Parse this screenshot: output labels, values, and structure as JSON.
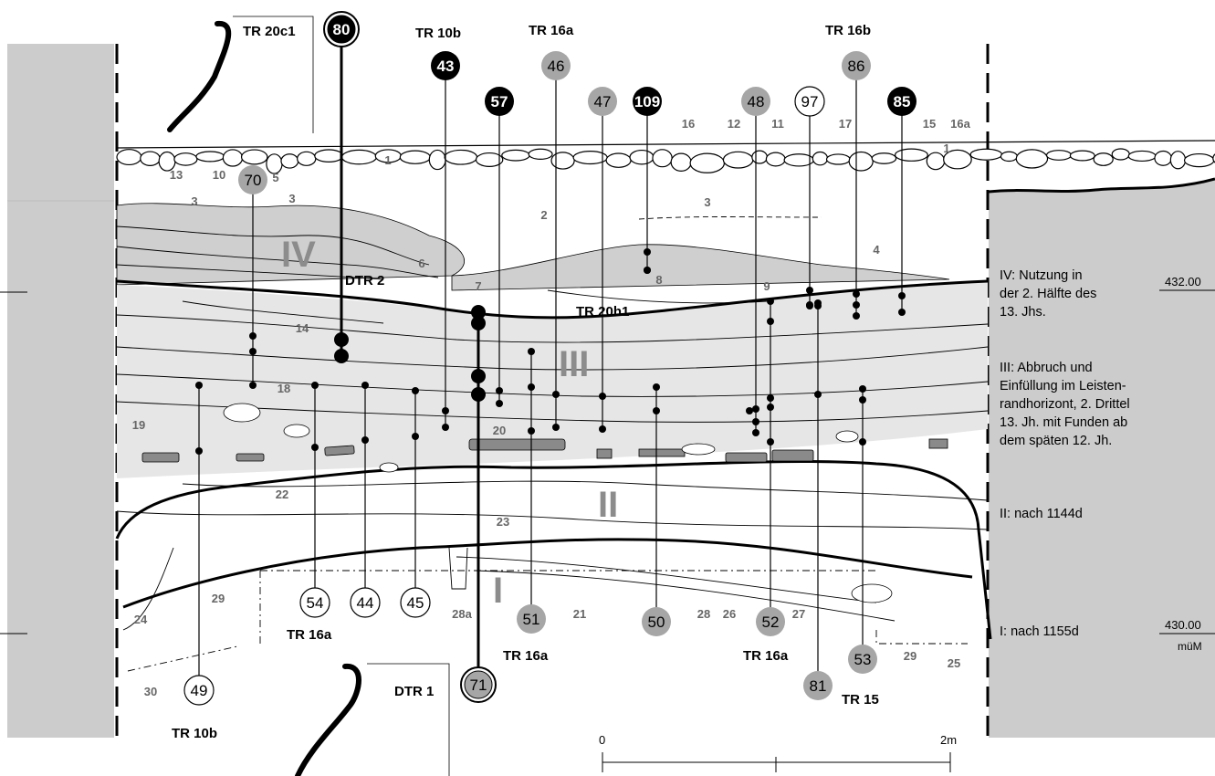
{
  "trench_labels": {
    "tr20c1": "TR 20c1",
    "tr10b_top": "TR 10b",
    "tr16a_top": "TR 16a",
    "tr16b_top": "TR 16b",
    "dtr2": "DTR 2",
    "tr20h1": "TR 20h1",
    "tr16a_bl": "TR 16a",
    "tr16a_bm": "TR 16a",
    "tr16a_br": "TR 16a",
    "tr15": "TR 15",
    "dtr1": "DTR 1",
    "tr10b_bottom": "TR 10b"
  },
  "phases": {
    "IV": "IV",
    "III": "III",
    "II": "II",
    "I": "I"
  },
  "legend": {
    "IV": [
      "IV: Nutzung in",
      "der 2. Hälfte des",
      "13. Jhs."
    ],
    "III": [
      "III: Abbruch und",
      "Einfüllung im Leisten-",
      "randhorizont, 2. Drittel",
      "13. Jh. mit Funden ab",
      "dem späten 12. Jh."
    ],
    "II": [
      "II: nach 1144d"
    ],
    "I": [
      "I: nach 1155d"
    ]
  },
  "elevations": {
    "upper": "432.00",
    "lower": "430.00",
    "unit": "müM"
  },
  "scale": {
    "start": "0",
    "end": "2m"
  },
  "layer_numbers": {
    "n1a": "1",
    "n1b": "1",
    "n2": "2",
    "n3a": "3",
    "n3b": "3",
    "n3c": "3",
    "n4": "4",
    "n5": "5",
    "n6": "6",
    "n7": "7",
    "n8": "8",
    "n9": "9",
    "n10": "10",
    "n11": "11",
    "n12": "12",
    "n13": "13",
    "n14": "14",
    "n15": "15",
    "n16": "16",
    "n16a": "16a",
    "n17": "17",
    "n18": "18",
    "n19": "19",
    "n20": "20",
    "n21": "21",
    "n22": "22",
    "n23": "23",
    "n24": "24",
    "n25": "25",
    "n26": "26",
    "n27": "27",
    "n28": "28",
    "n28a": "28a",
    "n29a": "29",
    "n29b": "29",
    "n30": "30"
  },
  "sample_markers": [
    {
      "id": "80",
      "fill": "black",
      "ring": true
    },
    {
      "id": "43",
      "fill": "black",
      "ring": false
    },
    {
      "id": "46",
      "fill": "gray",
      "ring": false
    },
    {
      "id": "57",
      "fill": "black",
      "ring": false
    },
    {
      "id": "47",
      "fill": "gray",
      "ring": false
    },
    {
      "id": "109",
      "fill": "black",
      "ring": false
    },
    {
      "id": "48",
      "fill": "gray",
      "ring": false
    },
    {
      "id": "97",
      "fill": "white",
      "ring": false
    },
    {
      "id": "86",
      "fill": "gray",
      "ring": false
    },
    {
      "id": "85",
      "fill": "black",
      "ring": false
    },
    {
      "id": "70",
      "fill": "gray",
      "ring": false
    },
    {
      "id": "54",
      "fill": "white",
      "ring": false
    },
    {
      "id": "44",
      "fill": "white",
      "ring": false
    },
    {
      "id": "45",
      "fill": "white",
      "ring": false
    },
    {
      "id": "51",
      "fill": "gray",
      "ring": false
    },
    {
      "id": "50",
      "fill": "gray",
      "ring": false
    },
    {
      "id": "52",
      "fill": "gray",
      "ring": false
    },
    {
      "id": "53",
      "fill": "gray",
      "ring": false
    },
    {
      "id": "81",
      "fill": "gray",
      "ring": false
    },
    {
      "id": "49",
      "fill": "white",
      "ring": false
    },
    {
      "id": "71",
      "fill": "gray",
      "ring": true
    }
  ],
  "colors": {
    "black": "#000000",
    "gray": "#a6a6a6",
    "white": "#ffffff",
    "wall": "#cccccc",
    "fill_light": "#e6e6e6",
    "fill_mid": "#cfcfcf",
    "stone": "#8a8a8a",
    "label_gray": "#666666"
  }
}
